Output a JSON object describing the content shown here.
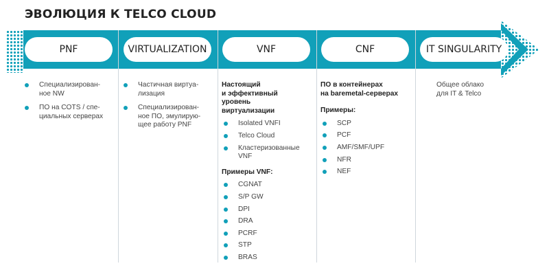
{
  "title": "ЭВОЛЮЦИЯ К TELCO CLOUD",
  "colors": {
    "accent": "#11a0b9",
    "text": "#333333",
    "divider": "#cfd6dc"
  },
  "stages": [
    {
      "label": "PNF"
    },
    {
      "label": "VIRTUALIZATION"
    },
    {
      "label": "VNF"
    },
    {
      "label": "CNF"
    },
    {
      "label": "IT SINGULARITY"
    }
  ],
  "pnf": {
    "items": [
      "Специализирован-\nное NW",
      "ПО на COTS / спе-\nциальных серверах"
    ]
  },
  "virtualization": {
    "items": [
      "Частичная виртуа-\nлизация",
      "Специализирован-\nное ПО, эмулирую-\nщее работу PNF"
    ]
  },
  "vnf": {
    "heading": "Настоящий\nи эффективный\nуровень\nвиртуализации",
    "items": [
      "Isolated VNFI",
      "Telco Cloud",
      "Кластеризованные\nVNF"
    ],
    "examples_heading": "Примеры VNF:",
    "examples": [
      "CGNAT",
      "S/P GW",
      "DPI",
      "DRA",
      "PCRF",
      "STP",
      "BRAS"
    ]
  },
  "cnf": {
    "heading": "ПО в контейнерах\nна baremetal-серверах",
    "examples_heading": "Примеры:",
    "examples": [
      "SCP",
      "PCF",
      "AMF/SMF/UPF",
      "NFR",
      "NEF"
    ]
  },
  "it_singularity": {
    "text": "Общее облако\nдля IT & Telco"
  }
}
